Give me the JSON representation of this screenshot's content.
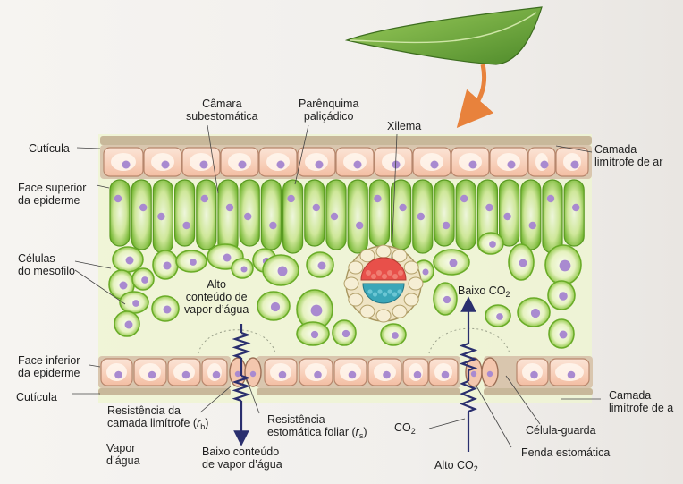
{
  "labels": {
    "camara_1": "Câmara",
    "camara_2": "subestomática",
    "paren_1": "Parênquima",
    "paren_2": "paliçádico",
    "xilema": "Xilema",
    "cuticula_top": "Cutícula",
    "camada_top_1": "Camada",
    "camada_top_2": "limítrofe de ar",
    "face_sup_1": "Face superior",
    "face_sup_2": "da epiderme",
    "celulas_1": "Células",
    "celulas_2": "do mesofilo",
    "alto_1": "Alto",
    "alto_2": "conteúdo de",
    "alto_3": "vapor d’água",
    "baixo_co2": "Baixo CO",
    "face_inf_1": "Face inferior",
    "face_inf_2": "da epiderme",
    "cuticula_bot": "Cutícula",
    "res_cam_1": "Resistência da",
    "res_cam_2": "camada limítrofe (",
    "res_cam_sym": "r",
    "res_cam_sub": "b",
    "res_cam_end": ")",
    "res_est_1": "Resistência",
    "res_est_2": "estomática foliar (",
    "res_est_sym": "r",
    "res_est_sub": "s",
    "res_est_end": ")",
    "co2": "CO",
    "celula_guarda": "Célula-guarda",
    "camada_bot_1": "Camada",
    "camada_bot_2": "limítrofe de a",
    "vapor_1": "Vapor",
    "vapor_2": "d’água",
    "baixo_vapor_1": "Baixo conteúdo",
    "baixo_vapor_2": "de vapor d’água",
    "fenda": "Fenda estomática",
    "alto_co2": "Alto CO",
    "sub_2": "2"
  },
  "colors": {
    "cuticle": "#c8b89a",
    "epidermis": "#f6c7b1",
    "palisade": "#8fcf3f",
    "mesophyll": "#b9dd63",
    "nucleus": "#a98ad0",
    "xylem_red": "#e8504a",
    "phloem_blue": "#3aa6b8",
    "arrow_orange": "#e8823c",
    "resistor": "#2a2f6e",
    "leaf_green": "#6fa843"
  }
}
